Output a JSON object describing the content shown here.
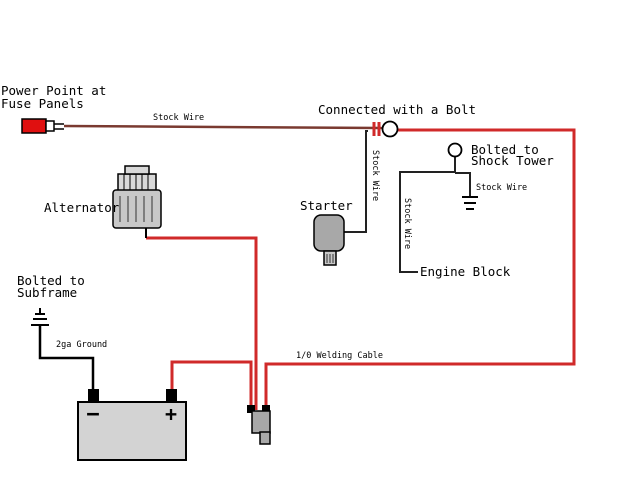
{
  "labels": {
    "power_point_line1": "Power Point at",
    "power_point_line2": "Fuse Panels",
    "connected_bolt": "Connected with a Bolt",
    "stock_wire_top": "Stock Wire",
    "stock_wire_vertical": "Stock Wire",
    "stock_wire_engine": "Stock Wire",
    "stock_wire_shock": "Stock Wire",
    "bolted_shock_line1": "Bolted to",
    "bolted_shock_line2": "Shock Tower",
    "alternator": "Alternator",
    "starter": "Starter",
    "engine_block": "Engine Block",
    "bolted_subframe_line1": "Bolted to",
    "bolted_subframe_line2": "Subframe",
    "ground_2ga": "2ga Ground",
    "welding_cable": "1/0 Welding Cable",
    "battery_minus": "−",
    "battery_plus": "+"
  },
  "colors": {
    "power_wire": "#d02a2a",
    "stock_wire": "#7a3a30",
    "ground_wire": "#000000",
    "battery_fill": "#d3d3d3",
    "component_fill": "#c8c8c8",
    "fuse_red": "#e01010"
  },
  "icons": [
    "alternator-icon",
    "starter-icon",
    "battery-icon",
    "ground-symbol-icon",
    "bolt-ring-icon",
    "plug-icon",
    "disconnect-switch-icon"
  ]
}
